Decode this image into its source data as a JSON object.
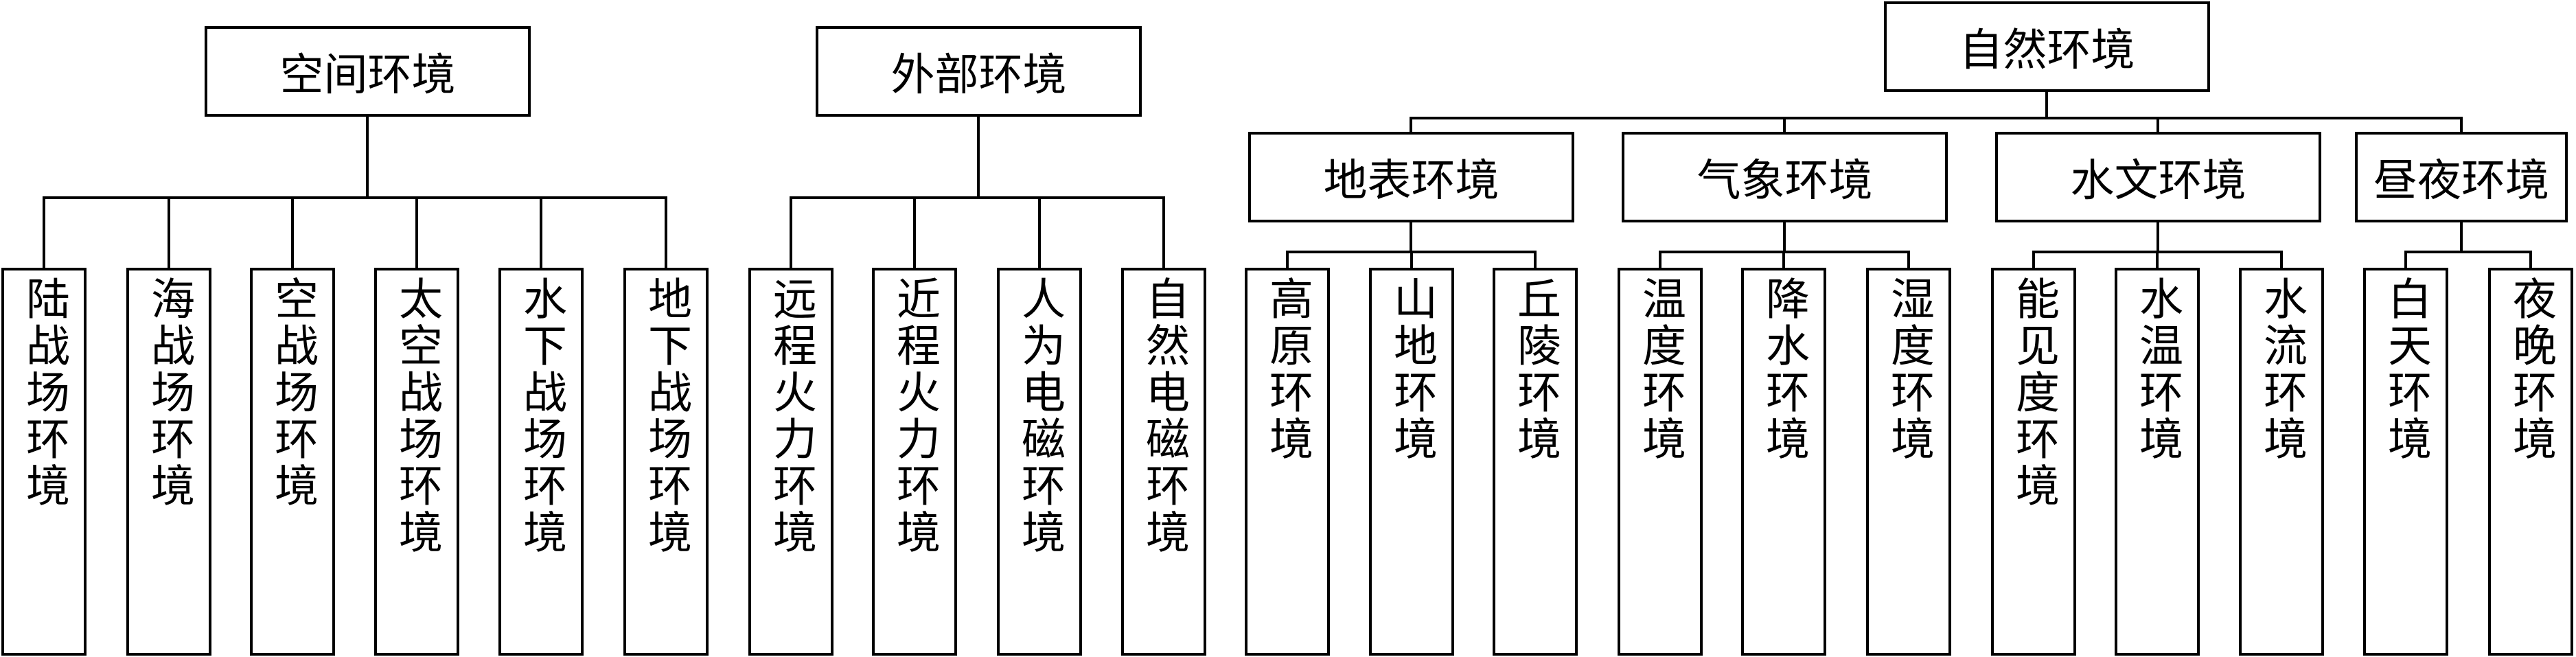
{
  "groups": [
    {
      "title": "空间环境",
      "children": [
        "陆战场环境",
        "海战场环境",
        "空战场环境",
        "太空战场环境",
        "水下战场环境",
        "地下战场环境"
      ]
    },
    {
      "title": "外部环境",
      "children": [
        "远程火力环境",
        "近程火力环境",
        "人为电磁环境",
        "自然电磁环境"
      ]
    },
    {
      "title": "自然环境",
      "subgroups": [
        {
          "title": "地表环境",
          "children": [
            "高原环境",
            "山地环境",
            "丘陵环境"
          ]
        },
        {
          "title": "气象环境",
          "children": [
            "温度环境",
            "降水环境",
            "湿度环境"
          ]
        },
        {
          "title": "水文环境",
          "children": [
            "能见度环境",
            "水温环境",
            "水流环境"
          ]
        },
        {
          "title": "昼夜环境",
          "children": [
            "白天环境",
            "夜晚环境"
          ]
        }
      ]
    }
  ]
}
